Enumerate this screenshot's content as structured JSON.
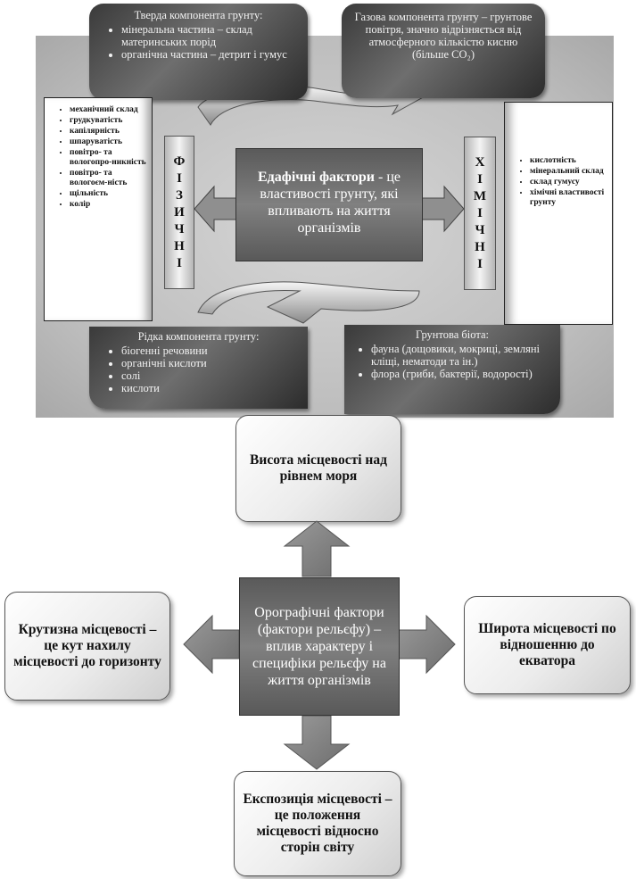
{
  "edaphic": {
    "solid": {
      "title": "Тверда компонента грунту:",
      "items": [
        "мінеральна частина – склад материнських порід",
        "органічна частина – детрит і гумус"
      ]
    },
    "gas": {
      "text": "Газова компонента грунту – грунтове повітря, значно відрізняється від атмосферного кількістю кисню (більше CO₂)"
    },
    "liquid": {
      "title": "Рідка компонента грунту:",
      "items": [
        "біогенні речовини",
        "органічні кислоти",
        "солі",
        "кислоти"
      ]
    },
    "biota": {
      "title": "Грунтова біота:",
      "items": [
        "фауна (дощовики, мокриці, земляні кліщі, нематоди та ін.)",
        "флора (гриби, бактерії, водорості)"
      ]
    },
    "physical": {
      "letters": [
        "Ф",
        "І",
        "З",
        "И",
        "Ч",
        "Н",
        "І"
      ],
      "items": [
        "механічний склад",
        "грудкуватість",
        "капілярність",
        "шпаруватість",
        "повітро- та вологопро-никність",
        "повітро- та вологоєм-ність",
        "щільність",
        "колір"
      ]
    },
    "chemical": {
      "letters": [
        "Х",
        "І",
        "М",
        "І",
        "Ч",
        "Н",
        "І"
      ],
      "items": [
        "кислотність",
        "мінеральний склад",
        "склад гумусу",
        "хімічні властивості грунту"
      ]
    },
    "center": {
      "title": "Едафічні фактори",
      "rest": " - це властивості грунту, які впливають на життя організмів"
    }
  },
  "orographic": {
    "center": "Орографічні фактори (фактори рельєфу) – вплив характеру і специфіки рельєфу на життя організмів",
    "top": "Висота місцевості над рівнем моря",
    "left": "Крутизна місцевості – це кут нахилу місцевості до горизонту",
    "right": "Широта місцевості по відношенню до екватора",
    "bottom": "Експозиція місцевості – це положення місцевості відносно сторін світу"
  }
}
